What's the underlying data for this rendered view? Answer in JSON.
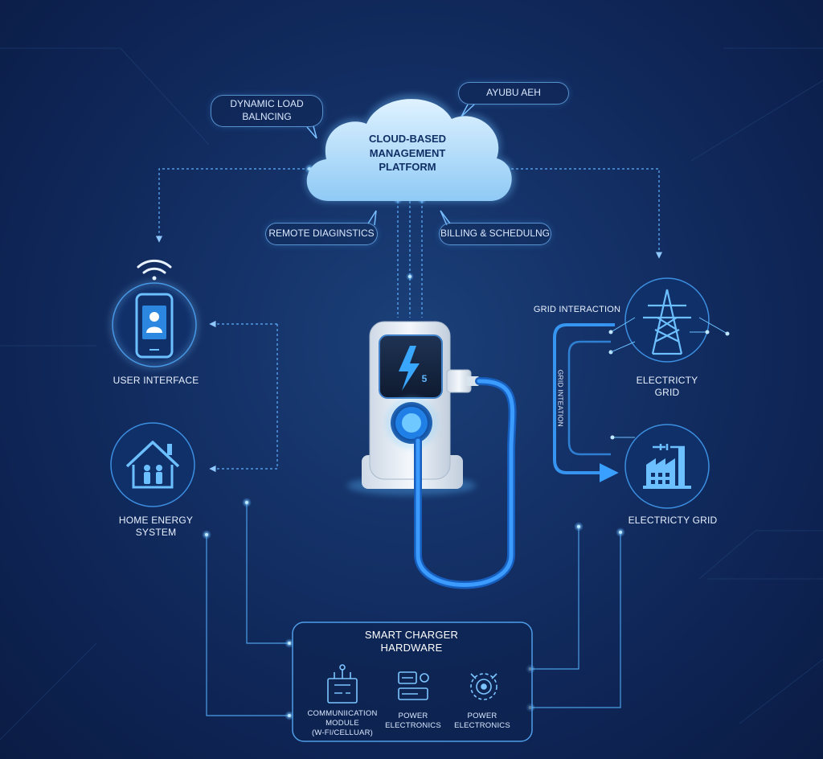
{
  "cloud": {
    "title_line1": "CLOUD-BASED",
    "title_line2": "MANAGEMENT",
    "title_line3": "PLATFORM"
  },
  "bubbles": {
    "dynamic_line1": "DYNAMIC LOAD",
    "dynamic_line2": "BALNCING",
    "top_right": "AYUBU AEH",
    "remote": "REMOTE DIAGINSTICS",
    "billing": "BILLING & SCHEDULNG"
  },
  "left": {
    "user_interface": "USER INTERFACE",
    "home_line1": "HOME ENERGY",
    "home_line2": "SYSTEM"
  },
  "right": {
    "grid_interaction": "GRID INTERACTION",
    "grid_intenation_vertical": "GRID INTEATION",
    "grid1_line1": "ELECTRICTY",
    "grid1_line2": "GRID",
    "grid2": "ELECTRICTY GRID"
  },
  "charger": {
    "screen_digit": "5"
  },
  "hardware": {
    "title_line1": "SMART CHARGER",
    "title_line2": "HARDWARE",
    "comm_line1": "COMMUNIICATION",
    "comm_line2": "MODULE",
    "comm_line3": "(W-FI/CELLUAR)",
    "power1_line1": "POWER",
    "power1_line2": "ELECTRONICS",
    "power2_line1": "POWER",
    "power2_line2": "ELECTRONICS"
  },
  "icons": [
    "wifi-icon",
    "smartphone-user-icon",
    "home-family-icon",
    "transmission-tower-icon",
    "factory-plug-icon",
    "circuit-board-icon",
    "module-icon",
    "gear-power-icon",
    "lightning-icon"
  ],
  "colors": {
    "background": "#0f2452",
    "accent": "#4aa8ff",
    "cloud": "#bfe3ff",
    "cable": "#2f8cf0"
  }
}
